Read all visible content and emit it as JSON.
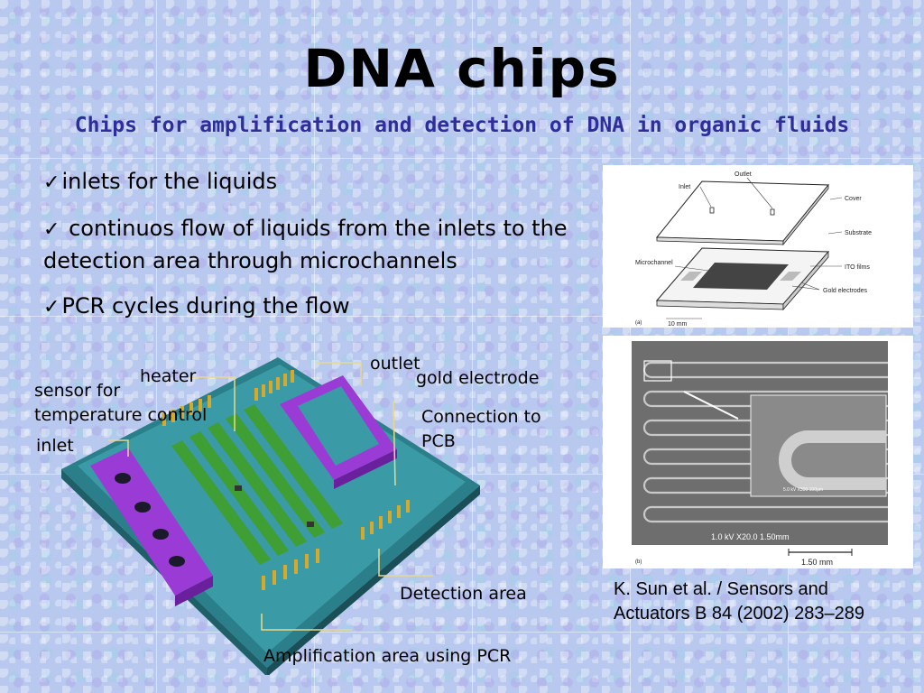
{
  "slide": {
    "title": "DNA chips",
    "subtitle": "Chips for amplification and detection of DNA in organic fluids"
  },
  "bullets": [
    {
      "check": "✓",
      "text": "inlets for the liquids"
    },
    {
      "check": "✓",
      "text": " continuos flow of liquids from the inlets to the detection area through microchannels"
    },
    {
      "check": "✓",
      "text": "PCR cycles during the flow"
    }
  ],
  "chip_labels": {
    "outlet": "outlet",
    "heater": "heater",
    "gold_electrode": "gold electrode",
    "sensor": "sensor for\ntemperature control",
    "connection": "Connection to\nPCB",
    "inlet": "inlet",
    "detection_area": "Detection area",
    "amplification_area": "Amplification area using PCR"
  },
  "figure_a": {
    "inlet": "Inlet",
    "outlet": "Outlet",
    "cover": "Cover",
    "substrate": "Substrate",
    "microchannel": "Microchannel",
    "ito_films": "ITO films",
    "gold_electrodes": "Gold electrodes",
    "scale": "10 mm",
    "panel": "(a)"
  },
  "figure_b": {
    "sem_info": "1.0 kV  X20.0  1.50mm",
    "inset_info": "5.0 kV  X300  100µm",
    "scale": "1.50 mm",
    "panel": "(b)"
  },
  "citation": "K. Sun et al. / Sensors and Actuators B 84 (2002) 283–289",
  "colors": {
    "title": "#000000",
    "subtitle": "#2d2d9c",
    "chip_base": "#2e8a94",
    "inlet_bar": "#8f2fd0",
    "heater_stripes": "#3f9e34"
  }
}
